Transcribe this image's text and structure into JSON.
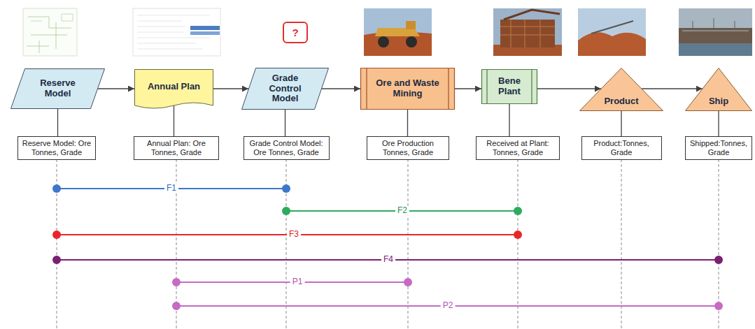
{
  "diagram": {
    "nodes": [
      {
        "text": [
          "?"
        ]
      },
      {
        "text": [
          "Reserve Model"
        ]
      },
      {
        "text": [
          "Annual Plan"
        ]
      },
      {
        "text": [
          "Grade Control Model"
        ]
      },
      {
        "text": [
          "Ore and Waste Mining"
        ]
      },
      {
        "text": [
          "Bene Plant"
        ]
      },
      {
        "text": [
          "Product"
        ]
      },
      {
        "text": [
          "Ship"
        ]
      },
      {
        "text": [
          "Reserve Model: Ore Tonnes, Grade"
        ]
      },
      {
        "text": [
          "Annual Plan: Ore Tonnes, Grade"
        ]
      },
      {
        "text": [
          "Grade Control Model: Ore Tonnes, Grade"
        ]
      },
      {
        "text": [
          "Ore Production Tonnes, Grade"
        ]
      },
      {
        "text": [
          "Received at Plant: Tonnes, Grade"
        ]
      },
      {
        "text": [
          "Product:Tonnes, Grade"
        ]
      },
      {
        "text": [
          "Shipped:Tonnes, Grade"
        ]
      }
    ],
    "edges": [
      {
        "from": 1,
        "to": 2,
        "arrow": "to"
      },
      {
        "from": 2,
        "to": 3,
        "arrow": "to"
      },
      {
        "from": 3,
        "to": 4,
        "arrow": "to"
      },
      {
        "from": 4,
        "to": 5,
        "arrow": "to"
      },
      {
        "from": 5,
        "to": 6,
        "arrow": "to"
      },
      {
        "from": 6,
        "to": 7,
        "arrow": "to"
      },
      {
        "from": 1,
        "to": 8,
        "arrow": "none"
      },
      {
        "from": 2,
        "to": 9,
        "arrow": "none"
      },
      {
        "from": 3,
        "to": 10,
        "arrow": "none"
      },
      {
        "from": 4,
        "to": 11,
        "arrow": "none"
      },
      {
        "from": 5,
        "to": 12,
        "arrow": "none"
      },
      {
        "from": 6,
        "to": 13,
        "arrow": "none"
      },
      {
        "from": 7,
        "to": 14,
        "arrow": "none"
      }
    ],
    "labels": [
      "F1",
      "F2",
      "F3",
      "F4",
      "P1",
      "P2"
    ]
  }
}
